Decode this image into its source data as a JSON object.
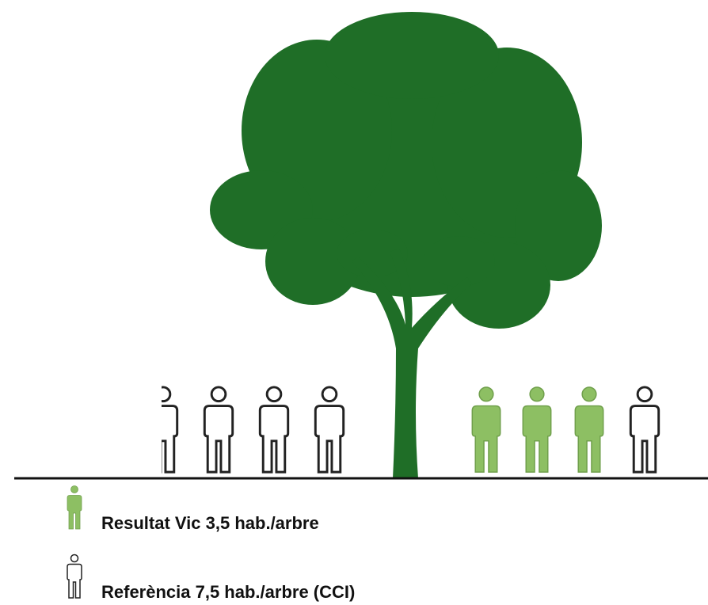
{
  "colors": {
    "tree": "#1f6e27",
    "resident_fill": "#8dbf63",
    "resident_stroke": "#6f9f4b",
    "reference_stroke": "#222222",
    "ground": "#111111"
  },
  "icons": {
    "tree": "tree-icon",
    "person": "person-icon"
  },
  "diagram": {
    "result": {
      "label": "Resultat Vic 3,5 hab./arbre",
      "value": 3.5
    },
    "reference": {
      "label": "Referència 7,5 hab./arbre (CCI)",
      "value": 7.5
    }
  }
}
